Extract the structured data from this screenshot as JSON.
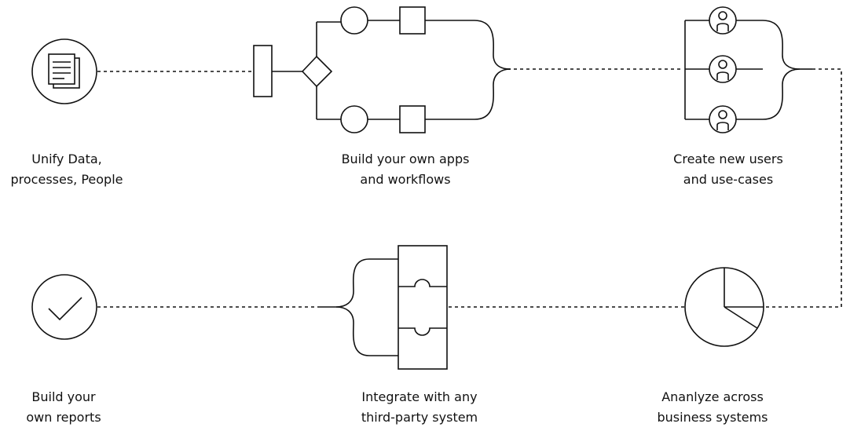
{
  "steps": {
    "unify": {
      "line1": "Unify Data,",
      "line2": "processes, People",
      "icon": "documents-icon"
    },
    "build_apps": {
      "line1": "Build your own apps",
      "line2": "and workflows",
      "icon": "workflow-icon"
    },
    "create_users": {
      "line1": "Create new users",
      "line2": "and use-cases",
      "icon": "users-icon"
    },
    "analyze": {
      "line1": "Ananlyze across",
      "line2": "business systems",
      "icon": "pie-chart-icon"
    },
    "integrate": {
      "line1": "Integrate with any",
      "line2": "third-party system",
      "icon": "puzzle-icon"
    },
    "reports": {
      "line1": "Build your",
      "line2": "own reports",
      "icon": "checkmark-icon"
    }
  },
  "colors": {
    "stroke": "#111111",
    "background": "#ffffff"
  }
}
